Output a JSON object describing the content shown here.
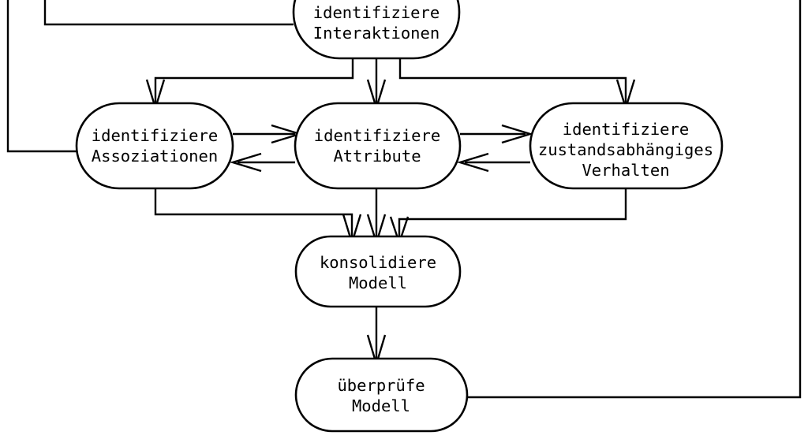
{
  "diagram": {
    "type": "flowchart",
    "language": "de",
    "background_color": "#ffffff",
    "line_color": "#000000",
    "node_fill_color": "#ffffff",
    "nodes": [
      {
        "id": "interaktionen",
        "line1": "identifiziere",
        "line2": "Interaktionen",
        "line3": ""
      },
      {
        "id": "assoziationen",
        "line1": "identifiziere",
        "line2": "Assoziationen",
        "line3": ""
      },
      {
        "id": "attribute",
        "line1": "identifiziere",
        "line2": "Attribute",
        "line3": ""
      },
      {
        "id": "zustandsverhalten",
        "line1": "identifiziere",
        "line2": "zustandsabhängiges",
        "line3": "Verhalten"
      },
      {
        "id": "konsolidiere",
        "line1": "konsolidiere",
        "line2": "Modell",
        "line3": ""
      },
      {
        "id": "ueberpruefe",
        "line1": "überprüfe",
        "line2": "Modell",
        "line3": ""
      }
    ],
    "edges": [
      {
        "id": "interaktionen-to-assoziationen",
        "from": "interaktionen",
        "to": "assoziationen",
        "directed": true
      },
      {
        "id": "interaktionen-to-attribute",
        "from": "interaktionen",
        "to": "attribute",
        "directed": true
      },
      {
        "id": "interaktionen-to-zustandsverhalten",
        "from": "interaktionen",
        "to": "zustandsverhalten",
        "directed": true
      },
      {
        "id": "assoziationen-to-attribute",
        "from": "assoziationen",
        "to": "attribute",
        "directed": true
      },
      {
        "id": "attribute-to-assoziationen",
        "from": "attribute",
        "to": "assoziationen",
        "directed": true
      },
      {
        "id": "attribute-to-zustandsverhalten",
        "from": "attribute",
        "to": "zustandsverhalten",
        "directed": true
      },
      {
        "id": "zustandsverhalten-to-attribute",
        "from": "zustandsverhalten",
        "to": "attribute",
        "directed": true
      },
      {
        "id": "assoziationen-to-konsolidiere",
        "from": "assoziationen",
        "to": "konsolidiere",
        "directed": true
      },
      {
        "id": "attribute-to-konsolidiere",
        "from": "attribute",
        "to": "konsolidiere",
        "directed": true
      },
      {
        "id": "zustandsverhalten-to-konsolidiere",
        "from": "zustandsverhalten",
        "to": "konsolidiere",
        "directed": true
      },
      {
        "id": "konsolidiere-to-ueberpruefe",
        "from": "konsolidiere",
        "to": "ueberpruefe",
        "directed": true
      },
      {
        "id": "ueberpruefe-feedback-right",
        "from": "ueberpruefe",
        "to": "offscreen-right",
        "directed": false
      },
      {
        "id": "interaktionen-feedback-left",
        "from": "interaktionen",
        "to": "offscreen-left",
        "directed": false
      },
      {
        "id": "assoziationen-feedback-left",
        "from": "assoziationen",
        "to": "offscreen-left",
        "directed": false
      }
    ]
  }
}
